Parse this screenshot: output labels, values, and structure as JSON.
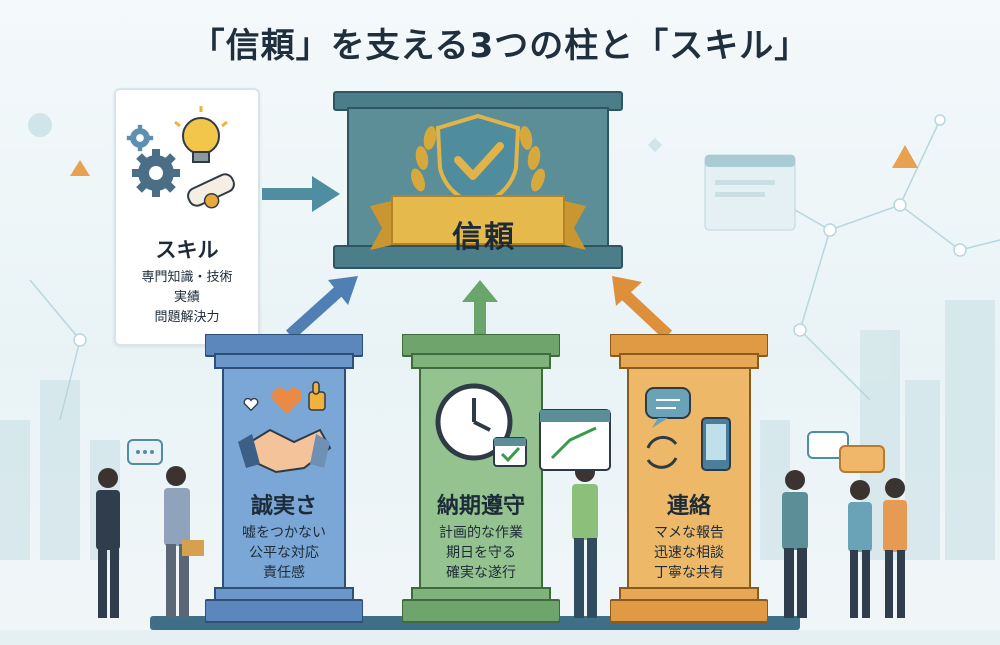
{
  "title": "「信頼」を支える3つの柱と「スキル」",
  "skill": {
    "title": "スキル",
    "items": [
      "専門知識・技術",
      "実績",
      "問題解決力"
    ]
  },
  "trust": {
    "label": "信頼"
  },
  "pillars": [
    {
      "title": "誠実さ",
      "items": [
        "嘘をつかない",
        "公平な対応",
        "責任感"
      ],
      "color": "#5f8fc6"
    },
    {
      "title": "納期遵守",
      "items": [
        "計画的な作業",
        "期日を守る",
        "確実な遂行"
      ],
      "color": "#7fb07c"
    },
    {
      "title": "連絡",
      "items": [
        "マメな報告",
        "迅速な相談",
        "丁寧な共有"
      ],
      "color": "#e2a04e"
    }
  ],
  "colors": {
    "trust_box": "#5c8e98",
    "banner": "#e6b94c",
    "shield": "#4f8c9d",
    "arrow": "#4f8ea0"
  },
  "icons": {
    "skill_card": [
      "gear-icon",
      "lightbulb-icon",
      "diploma-icon"
    ],
    "trust": [
      "shield-check-icon",
      "laurel-icon"
    ],
    "pillar_1": [
      "heart-icon",
      "thumbs-up-icon",
      "handshake-icon"
    ],
    "pillar_2": [
      "clock-icon",
      "calendar-check-icon"
    ],
    "pillar_3": [
      "chat-bubble-icon",
      "smartphone-icon",
      "sync-arrows-icon"
    ]
  }
}
